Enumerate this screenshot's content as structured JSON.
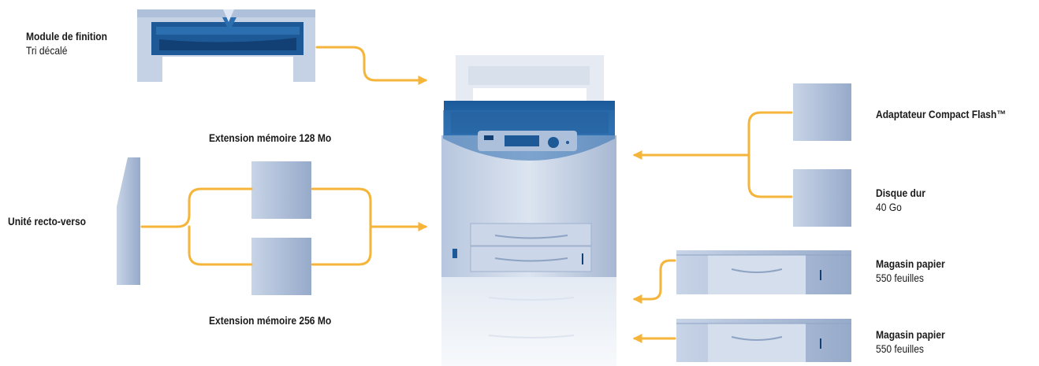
{
  "colors": {
    "connector": "#F5B53A",
    "device_light": "#C7D3E6",
    "device_mid": "#A9BAD4",
    "device_dark": "#1D5996",
    "device_navy": "#123F74"
  },
  "labels": {
    "finisher": {
      "title": "Module de finition",
      "subtitle": "Tri décalé"
    },
    "memory128": {
      "title": "Extension mémoire 128 Mo"
    },
    "memory256": {
      "title": "Extension mémoire 256 Mo"
    },
    "duplex": {
      "title": "Unité recto-verso"
    },
    "compact_flash": {
      "title": "Adaptateur Compact Flash™"
    },
    "hard_disk": {
      "title": "Disque dur",
      "subtitle": "40 Go"
    },
    "tray1": {
      "title": "Magasin papier",
      "subtitle": "550 feuilles"
    },
    "tray2": {
      "title": "Magasin papier",
      "subtitle": "550 feuilles"
    }
  }
}
